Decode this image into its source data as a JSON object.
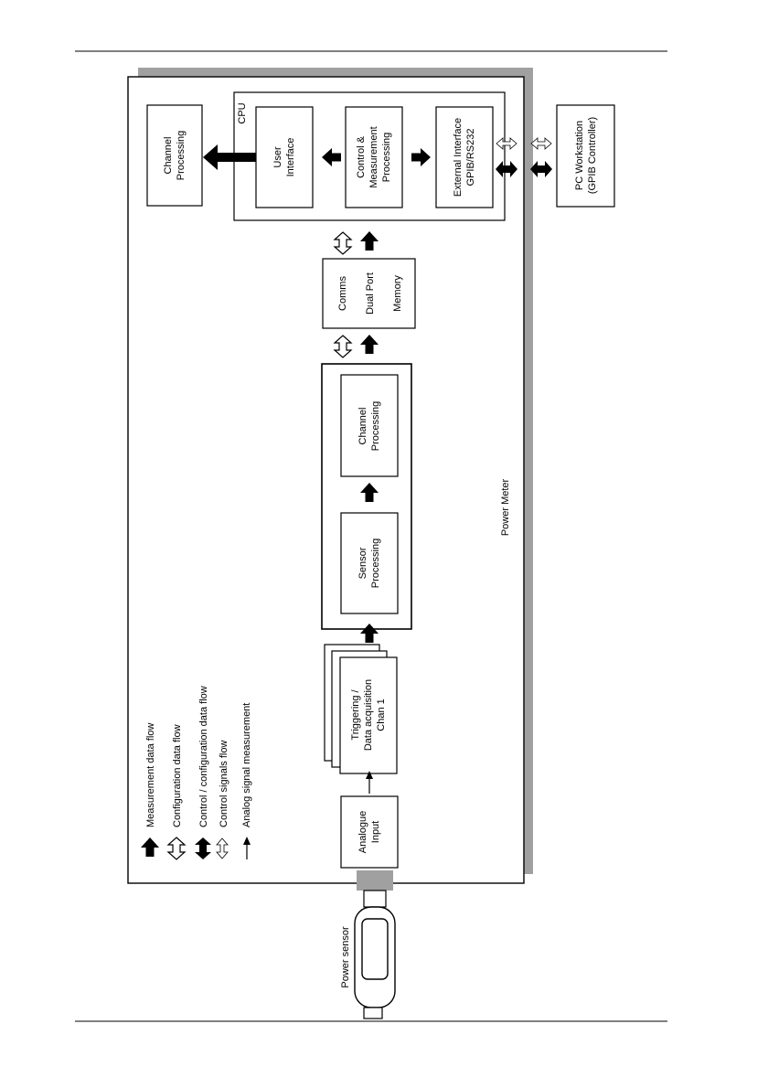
{
  "diagram": {
    "outer_label": "Power Meter",
    "cpu_label": "CPU",
    "boxes": {
      "analogue_input": [
        "Analogue",
        "Input"
      ],
      "triggering": [
        "Triggering /",
        "Data acquisition",
        "Chan 1"
      ],
      "sensor_processing": [
        "Sensor",
        "Processing"
      ],
      "channel_processing_inner": [
        "Channel",
        "Processing"
      ],
      "comms": [
        "Comms",
        "Dual Port",
        "Memory"
      ],
      "user_interface": [
        "User",
        "Interface"
      ],
      "control_measurement": [
        "Control &",
        "Measurement",
        "Processing"
      ],
      "external_interface": [
        "External Interface",
        "GPIB/RS232"
      ],
      "channel_processing_outer": [
        "Channel",
        "Processing"
      ],
      "pc_workstation": [
        "PC Workstation",
        "(GPIB Controller)"
      ]
    },
    "power_sensor": "Power sensor",
    "legend": [
      "Measurement data flow",
      "Configuration data flow",
      "Control / configuration data flow",
      "Control signals flow",
      "Analog signal measurement"
    ]
  },
  "colors": {
    "shadow": "#a0a0a0",
    "line": "#000000",
    "background": "#ffffff"
  }
}
